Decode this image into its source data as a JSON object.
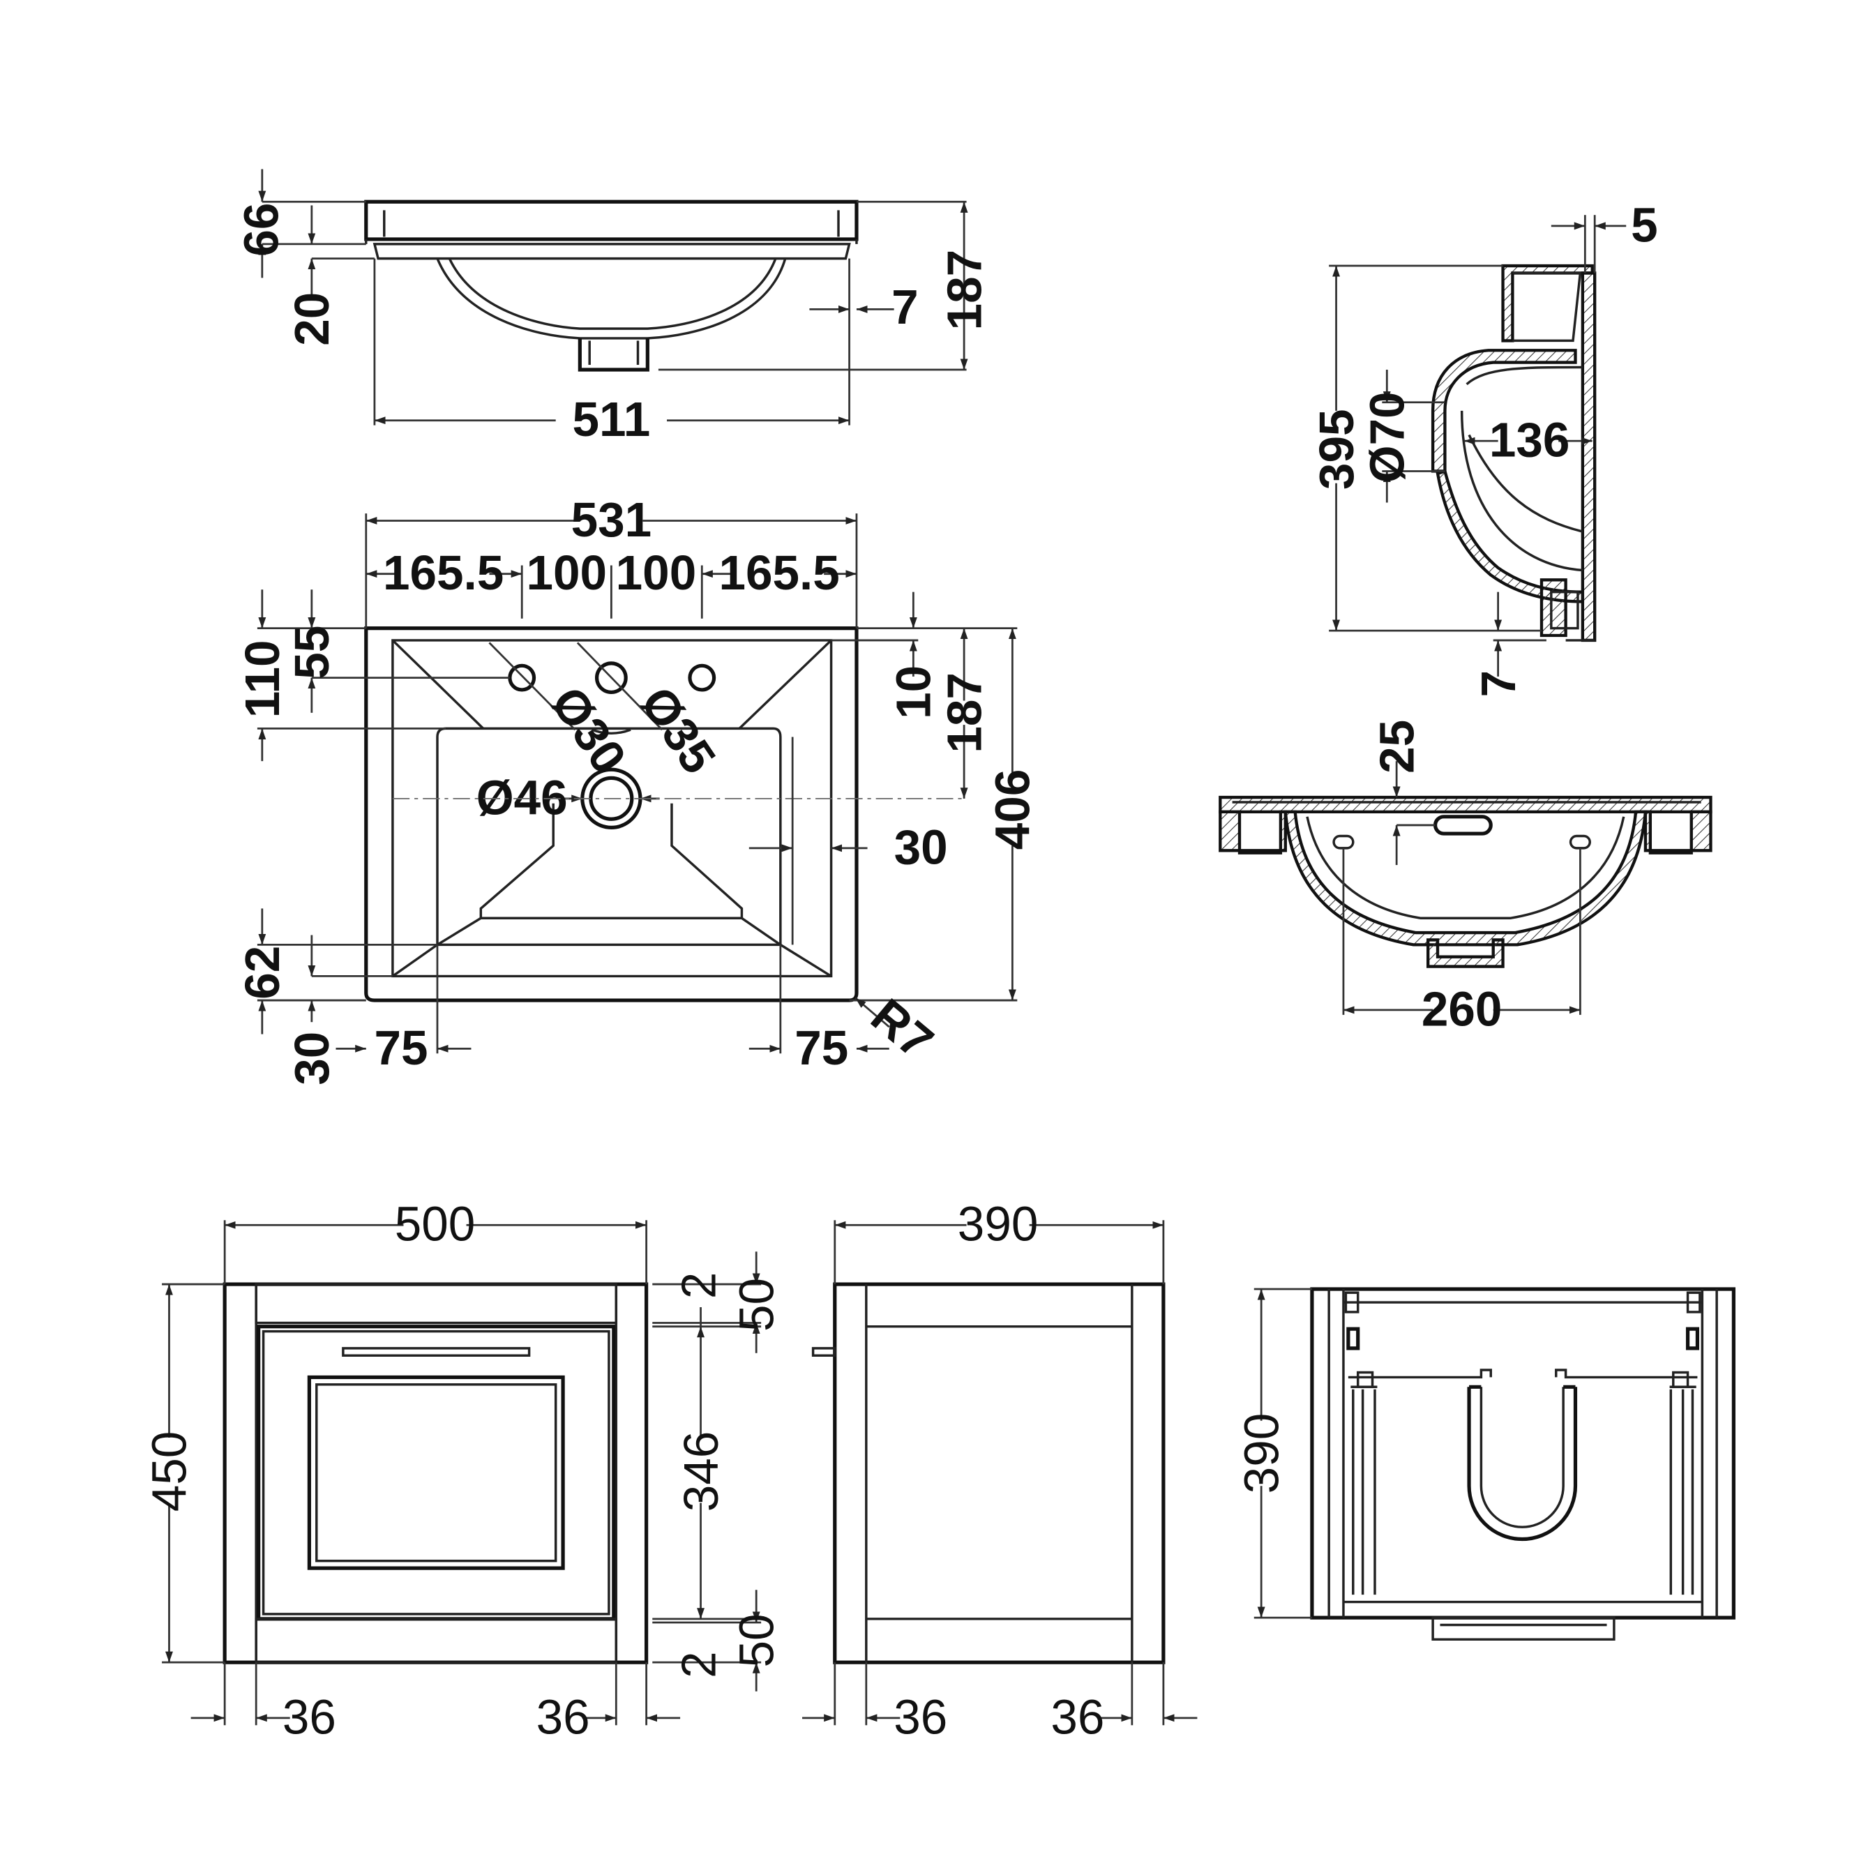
{
  "colors": {
    "line": "#222222",
    "text": "#111111",
    "background": "#ffffff"
  },
  "basin_front": {
    "d66": "66",
    "d20": "20",
    "d7": "7",
    "d187": "187",
    "d511": "511"
  },
  "basin_top": {
    "d531": "531",
    "d165a": "165.5",
    "d100a": "100",
    "d100b": "100",
    "d165b": "165.5",
    "d110": "110",
    "d55": "55",
    "d10": "10",
    "d187": "187",
    "d406": "406",
    "dia30": "Ø30",
    "dia35": "Ø35",
    "dia46": "Ø46",
    "d30r": "30",
    "d62": "62",
    "d30b": "30",
    "d75a": "75",
    "d75b": "75",
    "r7": "R7"
  },
  "basin_side": {
    "d5": "5",
    "d395": "395",
    "dia70": "Ø70",
    "d136": "136",
    "d7": "7"
  },
  "basin_rear": {
    "d25": "25",
    "d260": "260"
  },
  "unit_front": {
    "w500": "500",
    "h450": "450",
    "d2a": "2",
    "d50a": "50",
    "d346": "346",
    "d50b": "50",
    "d2b": "2",
    "d36a": "36",
    "d36b": "36"
  },
  "unit_side": {
    "w390": "390",
    "d36a": "36",
    "d36b": "36"
  },
  "unit_top": {
    "h390": "390"
  }
}
